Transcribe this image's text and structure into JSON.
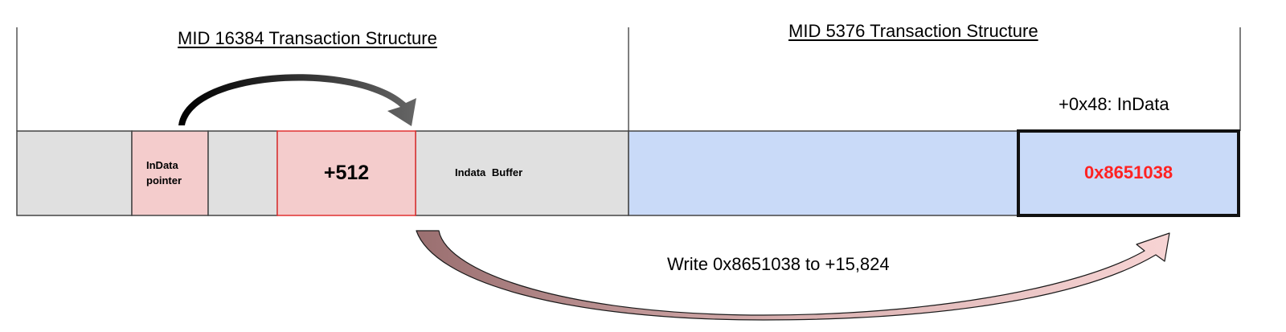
{
  "sections": {
    "left_title": "MID 16384 Transaction Structure",
    "right_title": "MID 5376 Transaction Structure"
  },
  "cells": {
    "indata_pointer": "InData pointer",
    "plus512": "+512",
    "indata_buffer": "Indata  Buffer",
    "indata_offset": "+0x48: InData",
    "value": "0x8651038"
  },
  "annotations": {
    "write": "Write 0x8651038 to +15,824"
  },
  "colors": {
    "gray_fill": "#e0e0e0",
    "pink_fill": "#f4cccc",
    "blue_fill": "#c9daf8",
    "value_red": "#ff2222",
    "plus512_border": "#e03030",
    "outline": "#444444"
  }
}
